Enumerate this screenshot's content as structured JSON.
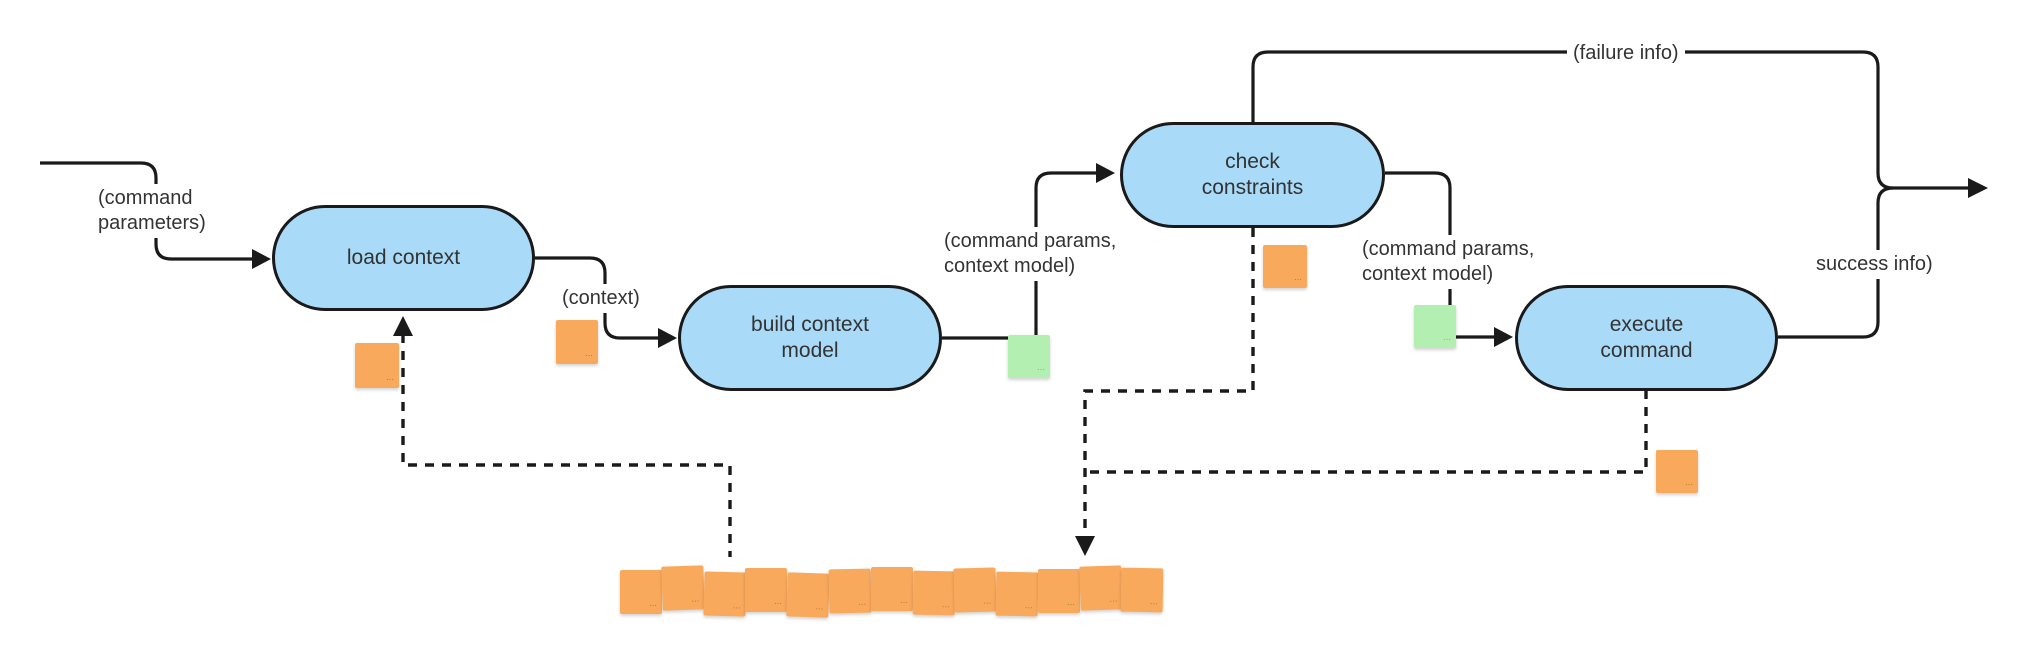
{
  "palette": {
    "bg": "#ffffff",
    "stroke": "#1a1a1a",
    "node_fill": "#a9daf8",
    "orange": "#f9a95c",
    "green": "#b3efb1",
    "label_color": "#333333"
  },
  "nodes": [
    {
      "name": "load-context",
      "lines": [
        "load context",
        ""
      ]
    },
    {
      "name": "build-context-model",
      "lines": [
        "build context",
        "model"
      ]
    },
    {
      "name": "check-constraints",
      "lines": [
        "check",
        "constraints"
      ]
    },
    {
      "name": "execute-command",
      "lines": [
        "execute",
        "command"
      ]
    }
  ],
  "edge_labels": [
    {
      "name": "command-parameters-label",
      "lines": [
        "(command",
        "parameters)"
      ]
    },
    {
      "name": "context-label",
      "lines": [
        "(context)",
        ""
      ]
    },
    {
      "name": "command-params-context-model-label-1",
      "lines": [
        "(command params,",
        "context model)"
      ]
    },
    {
      "name": "command-params-context-model-label-2",
      "lines": [
        "(command params,",
        "context model)"
      ]
    },
    {
      "name": "failure-info-label",
      "lines": [
        "(failure info)",
        ""
      ]
    },
    {
      "name": "success-info-label",
      "lines": [
        "success info)",
        ""
      ]
    }
  ],
  "sticky_notes": {
    "mark": "⋯"
  }
}
